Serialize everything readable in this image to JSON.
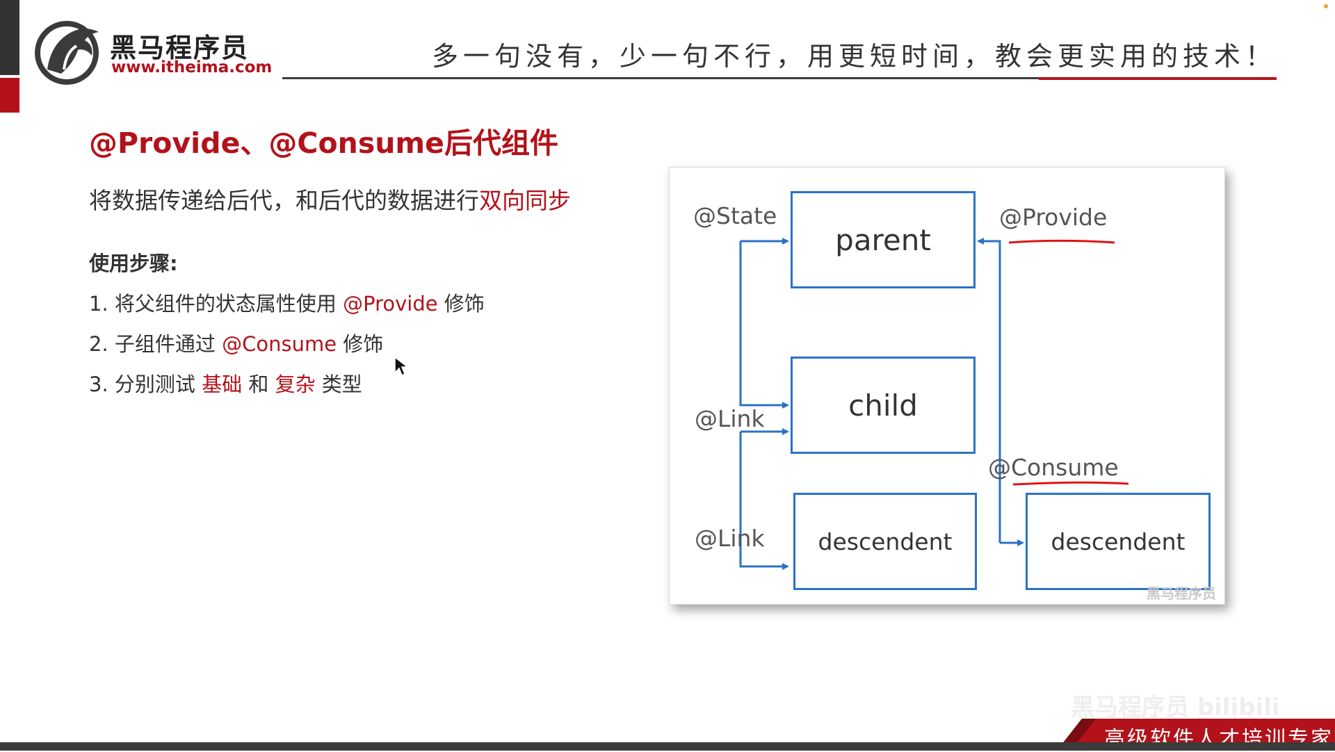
{
  "header": {
    "logo_name": "黑马程序员",
    "logo_url": "www.itheima.com",
    "slogan": "多一句没有，少一句不行，用更短时间，教会更实用的技术！"
  },
  "slide": {
    "title": "@Provide、@Consume后代组件",
    "desc_prefix": "将数据传递给后代，和后代的数据进行",
    "desc_highlight": "双向同步",
    "steps_title": "使用步骤:",
    "step1_text": "1. 将父组件的状态属性使用 ",
    "step1_hl": "@Provide",
    "step1_suffix": " 修饰",
    "step2_text": "2. 子组件通过 ",
    "step2_hl": "@Consume",
    "step2_suffix": " 修饰",
    "step3_text": "3. 分别测试 ",
    "step3_hl1": "基础",
    "step3_mid": " 和 ",
    "step3_hl2": "复杂",
    "step3_suffix": " 类型"
  },
  "diagram": {
    "boxes": {
      "parent": "parent",
      "child": "child",
      "descendent_left": "descendent",
      "descendent_right": "descendent"
    },
    "labels": {
      "state": "@State",
      "link1": "@Link",
      "link2": "@Link",
      "provide": "@Provide",
      "consume": "@Consume"
    },
    "watermark": "黑马程序员"
  },
  "footer": {
    "watermark": "黑马程序员 bilibili",
    "banner_text": "高级软件人才培训专家"
  },
  "colors": {
    "brand_red": "#b3121b",
    "diagram_blue": "#2a72c8",
    "dark": "#3b3b3b"
  }
}
